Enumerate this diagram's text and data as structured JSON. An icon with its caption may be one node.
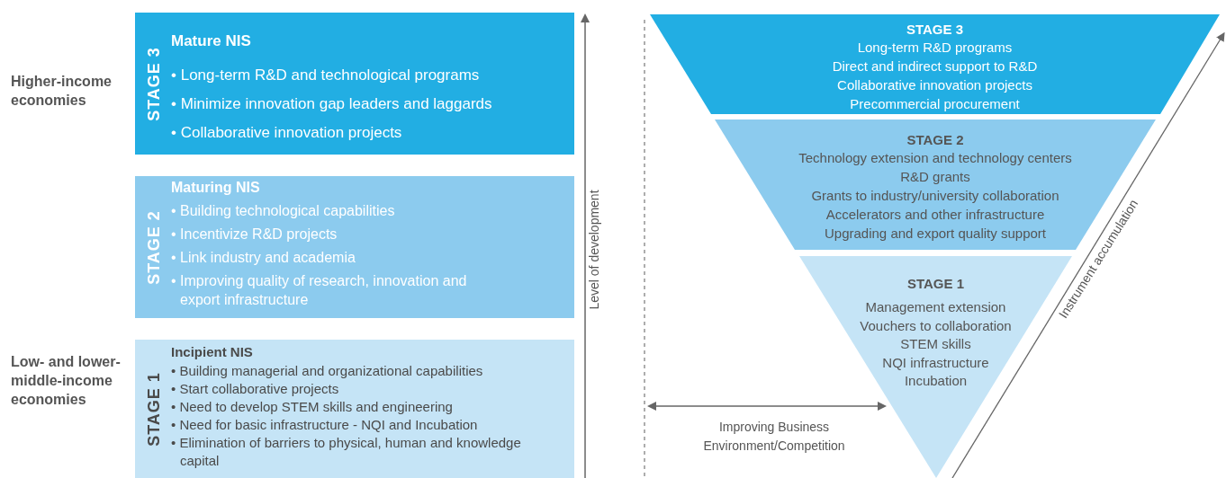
{
  "diagram": {
    "nodes": [
      {
        "text": [
          "STAGE 3",
          "Mature NIS",
          "• Long-term R&D and technological programs",
          "• Minimize innovation gap leaders and laggards",
          "• Collaborative innovation projects"
        ]
      },
      {
        "text": [
          "STAGE 2",
          "Maturing NIS",
          "• Building technological capabilities",
          "• Incentivize R&D projects",
          "• Link industry and academia",
          "• Improving quality of research, innovation and export infrastructure"
        ]
      },
      {
        "text": [
          "STAGE 1",
          "Incipient NIS",
          "• Building managerial and organizational capabilities",
          "• Start collaborative projects",
          "• Need to develop STEM skills and engineering",
          "• Need for basic infrastructure - NQI and Incubation",
          "• Elimination of barriers to physical, human and knowledge capital"
        ]
      },
      {
        "text": [
          "STAGE 3",
          "Long-term R&D programs",
          "Direct and indirect support to R&D",
          "Collaborative innovation projects",
          "Precommercial procurement"
        ]
      },
      {
        "text": [
          "STAGE 2",
          "Technology extension and technology centers",
          "R&D grants",
          "Grants to industry/university collaboration",
          "Accelerators and other infrastructure",
          "Upgrading and export quality support"
        ]
      },
      {
        "text": [
          "STAGE 1",
          "Management extension",
          "Vouchers to collaboration",
          "STEM skills",
          "NQI infrastructure",
          "Incubation"
        ]
      }
    ],
    "labels": [
      "Higher-income economies",
      "Low- and lower-middle-income economies",
      "Level of development",
      "Instrument accumulation",
      "Improving Business Environment/Competition"
    ]
  }
}
